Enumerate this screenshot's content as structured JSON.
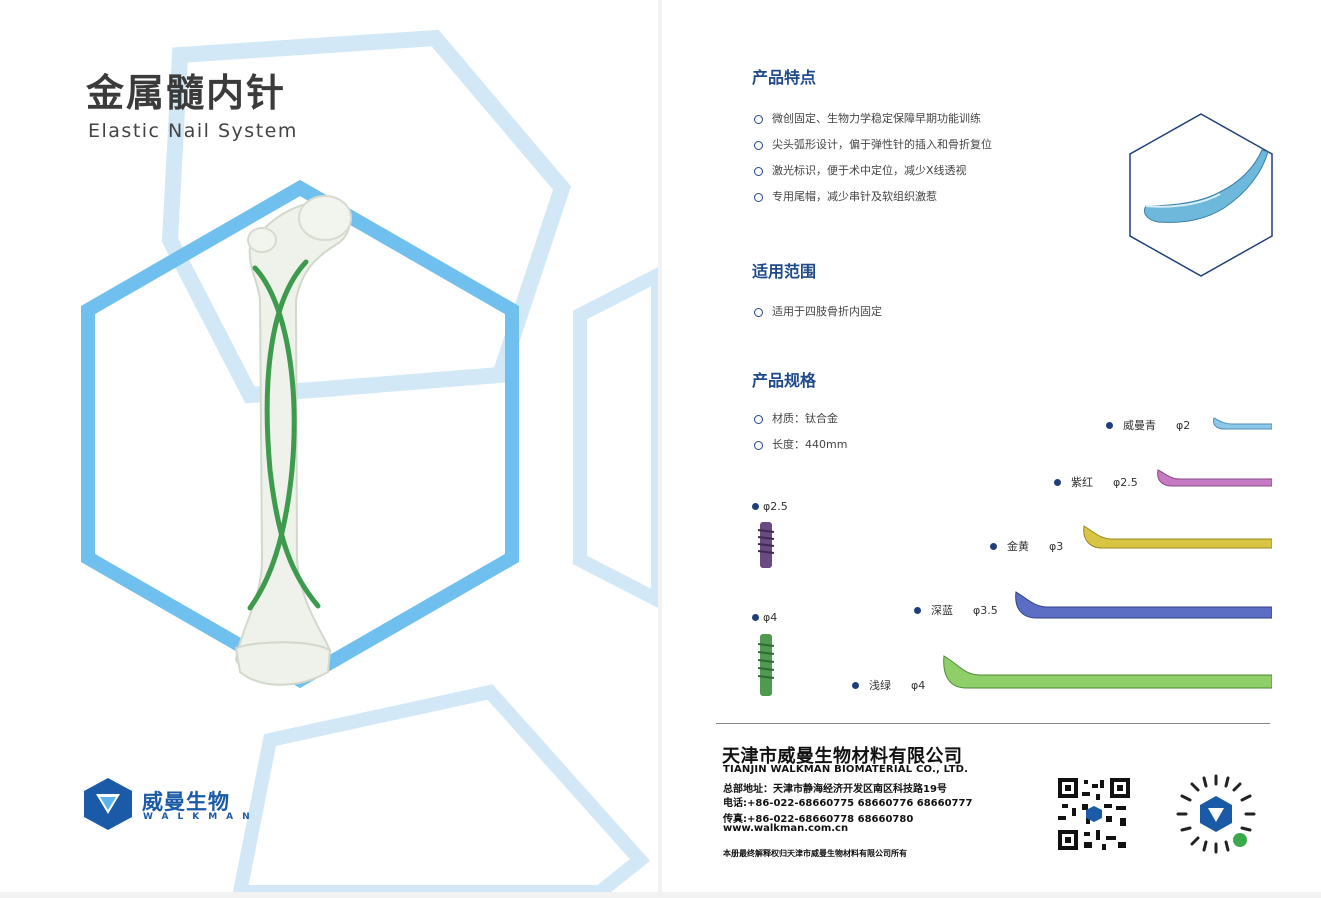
{
  "cover": {
    "title_cn": "金属髓内针",
    "title_en": "Elastic Nail System",
    "brand_cn": "威曼生物",
    "brand_en": "WALKMAN"
  },
  "features": {
    "title": "产品特点",
    "items": [
      "微创固定、生物力学稳定保障早期功能训练",
      "尖头弧形设计，偏于弹性针的插入和骨折复位",
      "激光标识，便于术中定位，减少X线透视",
      "专用尾帽，减少串针及软组织激惹"
    ]
  },
  "scope": {
    "title": "适用范围",
    "items": [
      "适用于四肢骨折内固定"
    ]
  },
  "specs": {
    "title": "产品规格",
    "items": [
      "材质：钛合金",
      "长度：440mm"
    ],
    "caps": [
      {
        "size": "φ2.5",
        "color": "#6a4a82"
      },
      {
        "size": "φ4",
        "color": "#4f9a4f"
      }
    ],
    "nails": [
      {
        "name": "威曼青",
        "size": "φ2",
        "color": "#8cc8e8"
      },
      {
        "name": "紫红",
        "size": "φ2.5",
        "color": "#c77ac4"
      },
      {
        "name": "金黄",
        "size": "φ3",
        "color": "#d9c544"
      },
      {
        "name": "深蓝",
        "size": "φ3.5",
        "color": "#5c6ec4"
      },
      {
        "name": "浅绿",
        "size": "φ4",
        "color": "#8fcf6a"
      }
    ]
  },
  "company": {
    "name_cn": "天津市威曼生物材料有限公司",
    "name_en": "TIANJIN WALKMAN BIOMATERIAL CO., LTD.",
    "address": "总部地址：天津市静海经济开发区南区科技路19号",
    "phone": "电话:+86-022-68660775  68660776  68660777",
    "fax": "传真:+86-022-68660778  68660780",
    "website": "www.walkman.com.cn",
    "copyright": "本册最终解释权归天津市威曼生物材料有限公司所有"
  },
  "colors": {
    "hex_outline": "#5bb5ea",
    "hex_light": "#cfe6f6",
    "heading": "#1f4a8a",
    "brand": "#1a5aa6",
    "nail_green": "#3e9b4e"
  }
}
